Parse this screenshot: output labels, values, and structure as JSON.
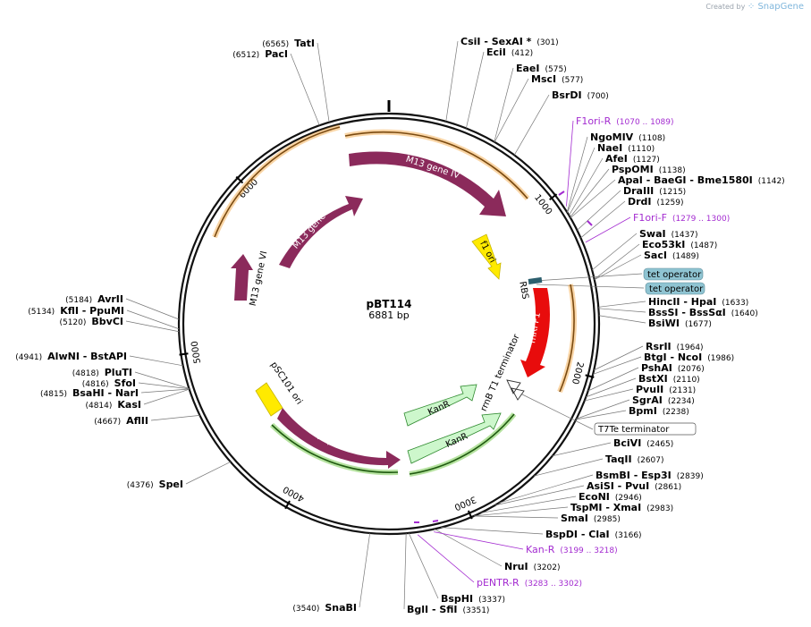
{
  "brand": {
    "prefix": "Created by",
    "name": "SnapGene"
  },
  "plasmid": {
    "name": "pBT114",
    "length_label": "6881 bp",
    "length": 6881
  },
  "colors": {
    "gene": "#8b2a5b",
    "kan": "#cdf7cc",
    "kan_border": "#2f8a2f",
    "mrfp": "#e80c0c",
    "ori": "#ffea00",
    "orange": "#f1a23a",
    "green_arc": "#3a9a1a",
    "operator": "#8fc4d2",
    "primer": "#a32bd0"
  },
  "ticks": [
    {
      "pos": 1000,
      "label": "1000"
    },
    {
      "pos": 2000,
      "label": "2000"
    },
    {
      "pos": 3000,
      "label": "3000"
    },
    {
      "pos": 4000,
      "label": "4000"
    },
    {
      "pos": 5000,
      "label": "5000"
    },
    {
      "pos": 6000,
      "label": "6000"
    }
  ],
  "sites": [
    {
      "name": "TatI",
      "pos": "(6565)",
      "p": 6565
    },
    {
      "name": "PacI",
      "pos": "(6512)",
      "p": 6512
    },
    {
      "name": "CsiI - SexAI *",
      "pos": "(301)",
      "p": 301
    },
    {
      "name": "EciI",
      "pos": "(412)",
      "p": 412
    },
    {
      "name": "EaeI",
      "pos": "(575)",
      "p": 575
    },
    {
      "name": "MscI",
      "pos": "(577)",
      "p": 577
    },
    {
      "name": "BsrDI",
      "pos": "(700)",
      "p": 700
    },
    {
      "name": "NgoMIV",
      "pos": "(1108)",
      "p": 1108
    },
    {
      "name": "NaeI",
      "pos": "(1110)",
      "p": 1110
    },
    {
      "name": "AfeI",
      "pos": "(1127)",
      "p": 1127
    },
    {
      "name": "PspOMI",
      "pos": "(1138)",
      "p": 1138
    },
    {
      "name": "ApaI - BaeGI - Bme1580I",
      "pos": "(1142)",
      "p": 1142
    },
    {
      "name": "DraIII",
      "pos": "(1215)",
      "p": 1215
    },
    {
      "name": "DrdI",
      "pos": "(1259)",
      "p": 1259
    },
    {
      "name": "SwaI",
      "pos": "(1437)",
      "p": 1437
    },
    {
      "name": "Eco53kI",
      "pos": "(1487)",
      "p": 1487
    },
    {
      "name": "SacI",
      "pos": "(1489)",
      "p": 1489
    },
    {
      "name": "HincII - HpaI",
      "pos": "(1633)",
      "p": 1633
    },
    {
      "name": "BssSI - BssSαI",
      "pos": "(1640)",
      "p": 1640
    },
    {
      "name": "BsiWI",
      "pos": "(1677)",
      "p": 1677
    },
    {
      "name": "RsrII",
      "pos": "(1964)",
      "p": 1964
    },
    {
      "name": "BtgI - NcoI",
      "pos": "(1986)",
      "p": 1986
    },
    {
      "name": "PshAI",
      "pos": "(2076)",
      "p": 2076
    },
    {
      "name": "BstXI",
      "pos": "(2110)",
      "p": 2110
    },
    {
      "name": "PvuII",
      "pos": "(2131)",
      "p": 2131
    },
    {
      "name": "SgrAI",
      "pos": "(2234)",
      "p": 2234
    },
    {
      "name": "BpmI",
      "pos": "(2238)",
      "p": 2238
    },
    {
      "name": "BciVI",
      "pos": "(2465)",
      "p": 2465
    },
    {
      "name": "TaqII",
      "pos": "(2607)",
      "p": 2607
    },
    {
      "name": "BsmBI - Esp3I",
      "pos": "(2839)",
      "p": 2839
    },
    {
      "name": "AsiSI - PvuI",
      "pos": "(2861)",
      "p": 2861
    },
    {
      "name": "EcoNI",
      "pos": "(2946)",
      "p": 2946
    },
    {
      "name": "TspMI - XmaI",
      "pos": "(2983)",
      "p": 2983
    },
    {
      "name": "SmaI",
      "pos": "(2985)",
      "p": 2985
    },
    {
      "name": "BspDI - ClaI",
      "pos": "(3166)",
      "p": 3166
    },
    {
      "name": "NruI",
      "pos": "(3202)",
      "p": 3202
    },
    {
      "name": "BspHI",
      "pos": "(3337)",
      "p": 3337
    },
    {
      "name": "BglI - SfiI",
      "pos": "(3351)",
      "p": 3351
    },
    {
      "name": "SnaBI",
      "pos": "(3540)",
      "p": 3540
    },
    {
      "name": "SpeI",
      "pos": "(4376)",
      "p": 4376
    },
    {
      "name": "AflII",
      "pos": "(4667)",
      "p": 4667
    },
    {
      "name": "KasI",
      "pos": "(4814)",
      "p": 4814
    },
    {
      "name": "BsaHI - NarI",
      "pos": "(4815)",
      "p": 4815
    },
    {
      "name": "SfoI",
      "pos": "(4816)",
      "p": 4816
    },
    {
      "name": "PluTI",
      "pos": "(4818)",
      "p": 4818
    },
    {
      "name": "AlwNI - BstAPI",
      "pos": "(4941)",
      "p": 4941
    },
    {
      "name": "BbvCI",
      "pos": "(5120)",
      "p": 5120
    },
    {
      "name": "KflI - PpuMI",
      "pos": "(5134)",
      "p": 5134
    },
    {
      "name": "AvrII",
      "pos": "(5184)",
      "p": 5184
    }
  ],
  "primers": [
    {
      "name": "F1ori-R",
      "range": "(1070 .. 1089)",
      "p": 1080
    },
    {
      "name": "F1ori-F",
      "range": "(1279 .. 1300)",
      "p": 1290
    },
    {
      "name": "Kan-R",
      "range": "(3199 .. 3218)",
      "p": 3208
    },
    {
      "name": "pENTR-R",
      "range": "(3283 .. 3302)",
      "p": 3292
    }
  ],
  "features": [
    {
      "name": "M13 gene IV",
      "kind": "gene"
    },
    {
      "name": "M13 gene I",
      "kind": "gene"
    },
    {
      "name": "M13 gene VI",
      "kind": "gene"
    },
    {
      "name": "f1 ori",
      "kind": "ori"
    },
    {
      "name": "RBS",
      "kind": "rbs"
    },
    {
      "name": "mRFP1",
      "kind": "mrfp"
    },
    {
      "name": "rrnB T1 terminator",
      "kind": "term"
    },
    {
      "name": "KanR",
      "kind": "kan"
    },
    {
      "name": "KanR",
      "kind": "kan"
    },
    {
      "name": "pSC101 ori",
      "kind": "ori"
    },
    {
      "name": "Rep101",
      "kind": "gene"
    }
  ],
  "boxed_labels": [
    {
      "name": "tet operator",
      "style": "operator"
    },
    {
      "name": "tet operator",
      "style": "operator"
    },
    {
      "name": "T7Te terminator",
      "style": "plain"
    }
  ]
}
